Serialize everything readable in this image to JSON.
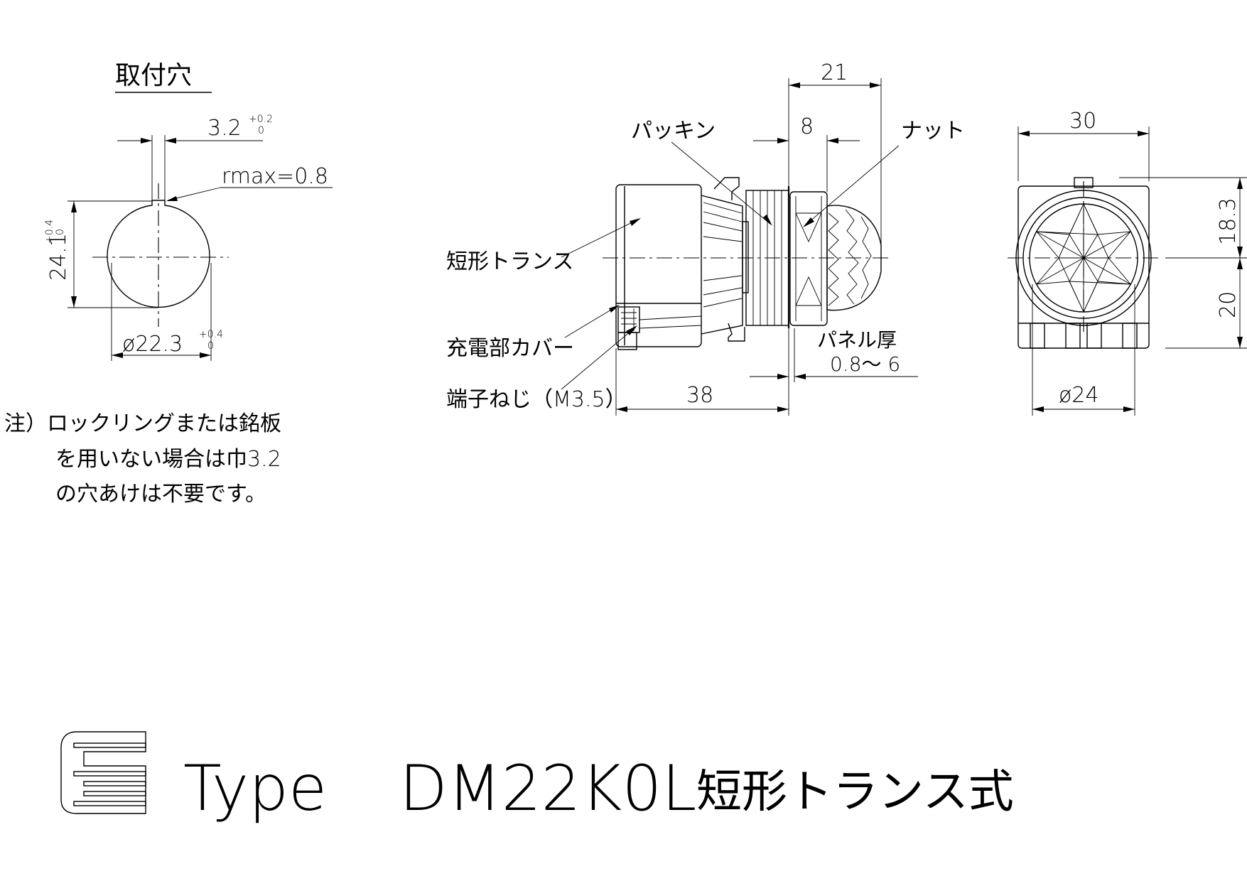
{
  "hole": {
    "title": "取付穴",
    "key_width": "3.2",
    "key_width_tol_upper": "+0.2",
    "key_width_tol_lower": "0",
    "rmax": "rmax=0.8",
    "height": "24.1",
    "height_tol_upper": "+0.4",
    "height_tol_lower": "0",
    "diameter": "ø22.3",
    "diameter_tol_upper": "+0.4",
    "diameter_tol_lower": "0"
  },
  "note": {
    "line1": "注）ロックリングまたは銘板",
    "line2": "を用いない場合は巾3.2",
    "line3": "の穴あけは不要です。"
  },
  "side_view": {
    "dim_21": "21",
    "dim_8": "8",
    "dim_38": "38",
    "label_packing": "パッキン",
    "label_nut": "ナット",
    "label_transformer": "短形トランス",
    "label_cover": "充電部カバー",
    "label_screw": "端子ねじ（M3.5）",
    "label_panel": "パネル厚",
    "label_panel_range": "0.8～ 6"
  },
  "front_view": {
    "dim_30": "30",
    "dim_18_3": "18.3",
    "dim_20": "20",
    "dim_dia24": "ø24"
  },
  "title_block": {
    "type_label": "Type",
    "model": "DM22K0L",
    "suffix": "短形トランス式"
  }
}
